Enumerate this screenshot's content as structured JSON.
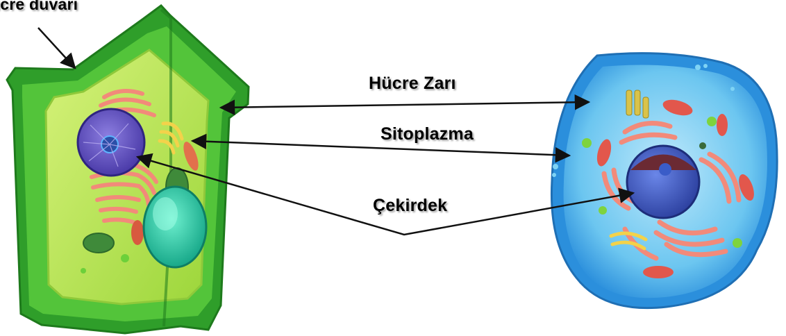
{
  "labels": {
    "cell_wall": "ücre duvarı",
    "cell_membrane": "Hücre Zarı",
    "cytoplasm": "Sitoplazma",
    "nucleus": "Çekirdek"
  },
  "cells": [
    {
      "kind": "plant-cell",
      "colors": {
        "wall": "#2f9e2a",
        "cytoplasm": "#b6e24a",
        "vacuole": "#2ec7a6",
        "nucleus": "#6a55c9",
        "er": "#f28a7a"
      }
    },
    {
      "kind": "animal-cell",
      "colors": {
        "membrane": "#3aa4e8",
        "cytoplasm": "#7fd0f2",
        "nucleus": "#3d56c4",
        "er": "#f28a7a",
        "mitochondria": "#e2574c"
      }
    }
  ]
}
